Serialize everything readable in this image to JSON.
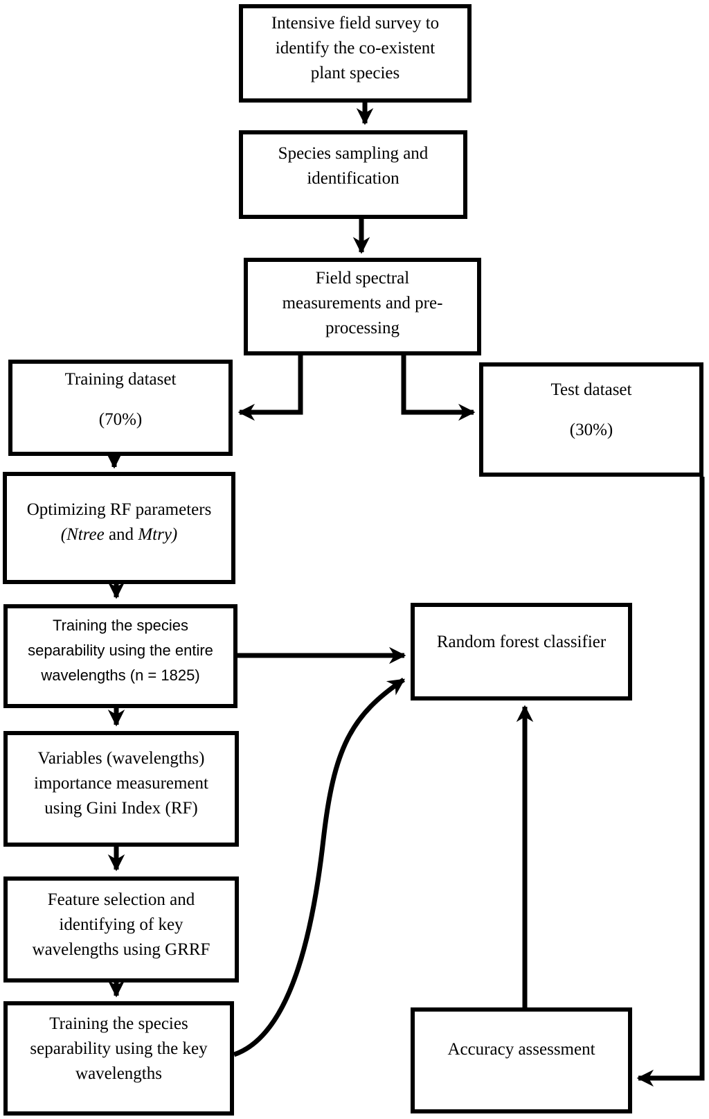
{
  "figure": {
    "type": "flowchart",
    "colors": {
      "ink": "#000000",
      "background": "#ffffff"
    },
    "nodes": {
      "field_survey": {
        "lines": [
          "Intensive field survey to",
          "identify the co-existent",
          "plant species"
        ]
      },
      "species_sampling": {
        "lines": [
          "Species sampling and",
          "identification"
        ]
      },
      "field_spectral": {
        "lines": [
          "Field spectral",
          "measurements and pre-",
          "processing"
        ]
      },
      "training_dataset": {
        "title": "Training dataset",
        "subtitle": "(70%)"
      },
      "test_dataset": {
        "title": "Test dataset",
        "subtitle": "(30%)"
      },
      "optimizing_rf": {
        "line1": "Optimizing RF parameters",
        "line2_italic1": "(Ntree",
        "line2_mid": " and ",
        "line2_italic2": "Mtry)"
      },
      "training_entire": {
        "lines": [
          "Training the species",
          "separability using the entire",
          "wavelengths (n = 1825)"
        ]
      },
      "variables_importance": {
        "lines": [
          "Variables (wavelengths)",
          "importance measurement",
          "using Gini Index (RF)"
        ]
      },
      "feature_selection": {
        "lines": [
          "Feature selection and",
          "identifying of key",
          "wavelengths using GRRF"
        ]
      },
      "training_key": {
        "lines": [
          "Training the species",
          "separability using the key",
          "wavelengths"
        ]
      },
      "rf_classifier": {
        "label": "Random forest classifier"
      },
      "accuracy_assessment": {
        "label": "Accuracy assessment"
      }
    },
    "edges": [
      {
        "from": "field_survey",
        "to": "species_sampling"
      },
      {
        "from": "species_sampling",
        "to": "field_spectral"
      },
      {
        "from": "field_spectral",
        "to": "training_dataset"
      },
      {
        "from": "field_spectral",
        "to": "test_dataset"
      },
      {
        "from": "training_dataset",
        "to": "optimizing_rf"
      },
      {
        "from": "optimizing_rf",
        "to": "training_entire"
      },
      {
        "from": "training_entire",
        "to": "variables_importance"
      },
      {
        "from": "variables_importance",
        "to": "feature_selection"
      },
      {
        "from": "feature_selection",
        "to": "training_key"
      },
      {
        "from": "training_entire",
        "to": "rf_classifier"
      },
      {
        "from": "training_key",
        "to": "rf_classifier"
      },
      {
        "from": "accuracy_assessment",
        "to": "rf_classifier"
      },
      {
        "from": "test_dataset",
        "to": "accuracy_assessment"
      }
    ]
  }
}
